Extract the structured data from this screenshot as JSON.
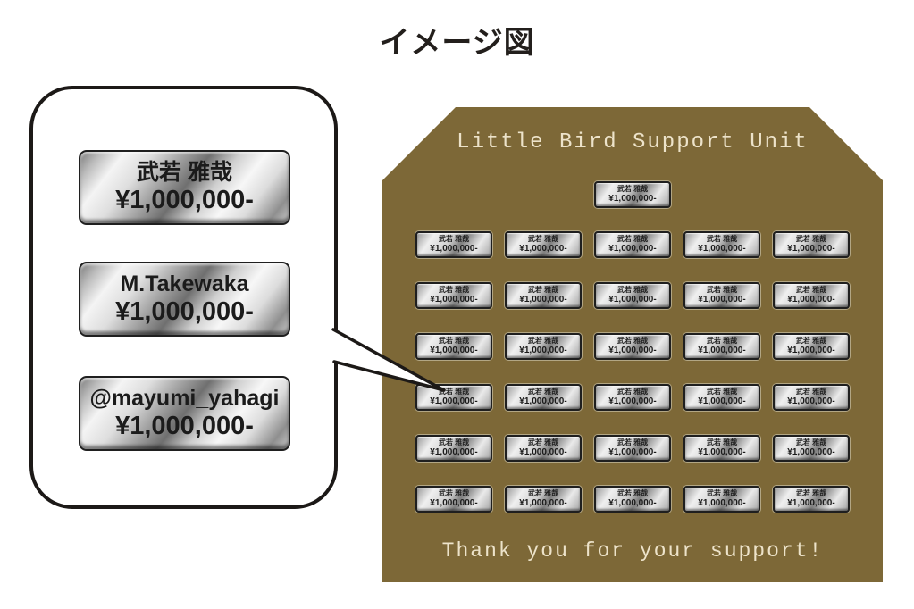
{
  "page": {
    "title": "イメージ図"
  },
  "bubble": {
    "plates": [
      {
        "name": "武若 雅哉",
        "amount": "¥1,000,000-"
      },
      {
        "name": "M.Takewaka",
        "amount": "¥1,000,000-"
      },
      {
        "name": "@mayumi_yahagi",
        "amount": "¥1,000,000-"
      }
    ]
  },
  "board": {
    "title": "Little Bird Support Unit",
    "footer": "Thank you for your support!",
    "plate": {
      "name": "武若 雅哉",
      "amount": "¥1,000,000-"
    },
    "grid": {
      "single_top_plates": 1,
      "rows": 6,
      "columns": 5
    },
    "colors": {
      "board_background": "#7d6837",
      "board_text": "#ede3ca"
    }
  }
}
